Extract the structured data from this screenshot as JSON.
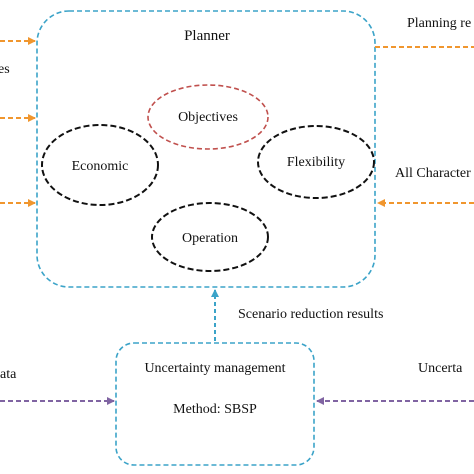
{
  "planner": {
    "title": "Planner",
    "objectives": "Objectives",
    "economic": "Economic",
    "flexibility": "Flexibility",
    "operation": "Operation"
  },
  "uncertainty": {
    "title": "Uncertainty management",
    "method": "Method: SBSP"
  },
  "labels": {
    "planning_results": "Planning re",
    "left_partial": "es",
    "all_characteristics": "All Character",
    "scenario_reduction": "Scenario reduction results",
    "data_partial": "ata",
    "uncertainty_partial": "Uncerta"
  },
  "colors": {
    "planner_border": "#3ba3c8",
    "objectives_border": "#c0504d",
    "ellipse_border": "#111111",
    "orange_arrow": "#f0962e",
    "purple_arrow": "#8064a2",
    "blue_arrow": "#3ba3c8"
  }
}
